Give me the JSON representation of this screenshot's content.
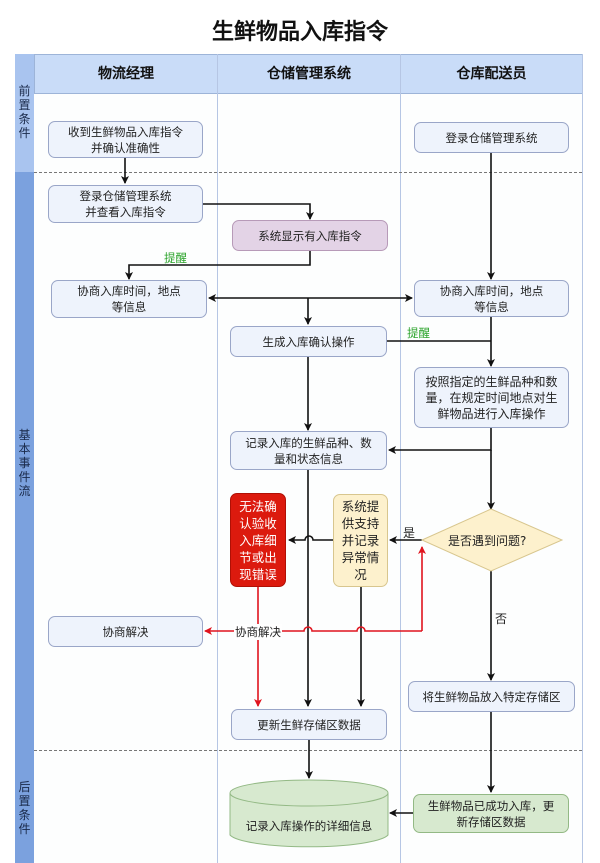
{
  "title": "生鲜物品入库指令",
  "lanes": [
    {
      "label": "物流经理"
    },
    {
      "label": "仓储管理系统"
    },
    {
      "label": "仓库配送员"
    }
  ],
  "phases": [
    {
      "label": "前置条件"
    },
    {
      "label": "基本事件流"
    },
    {
      "label": "后置条件"
    }
  ],
  "nodes": {
    "receive_instruction": "收到生鲜物品入库指令\n并确认准确性",
    "courier_login": "登录仓储管理系统",
    "manager_login": "登录仓储管理系统\n并查看入库指令",
    "system_show": "系统显示有入库指令",
    "manager_negotiate": "协商入库时间，地点\n等信息",
    "courier_negotiate": "协商入库时间，地点\n等信息",
    "generate_confirm": "生成入库确认操作",
    "courier_operate": "按照指定的生鲜品种和数\n量，在规定时间地点对生\n鲜物品进行入库操作",
    "record_info": "记录入库的生鲜品种、数\n量和状态信息",
    "error_box": "无法确\n认验收\n入库细\n节或出\n现错误",
    "system_support": "系统提\n供支持\n并记录\n异常情\n况",
    "decision": "是否遇到问题?",
    "manager_resolve": "协商解决",
    "place_storage": "将生鲜物品放入特定存储区",
    "update_data": "更新生鲜存储区数据",
    "record_detail": "记录入库操作的详细信息",
    "success": "生鲜物品已成功入库，更\n新存储区数据"
  },
  "edge_labels": {
    "remind_1": "提醒",
    "remind_2": "提醒",
    "yes": "是",
    "no": "否",
    "resolve": "协商解决"
  },
  "colors": {
    "header_bg": "#c9dcf8",
    "phase_bar": "#7ba1de",
    "phase_bar_light": "#a9c4ef",
    "box_bg": "#eef3fc",
    "purple": "#e3d3e6",
    "red": "#dc1a0e",
    "yellow": "#fdf1cd",
    "green": "#d7e9cf",
    "decision": "#fdf1cd",
    "error_line": "#e0141e",
    "remind_text": "#2aa32a"
  }
}
